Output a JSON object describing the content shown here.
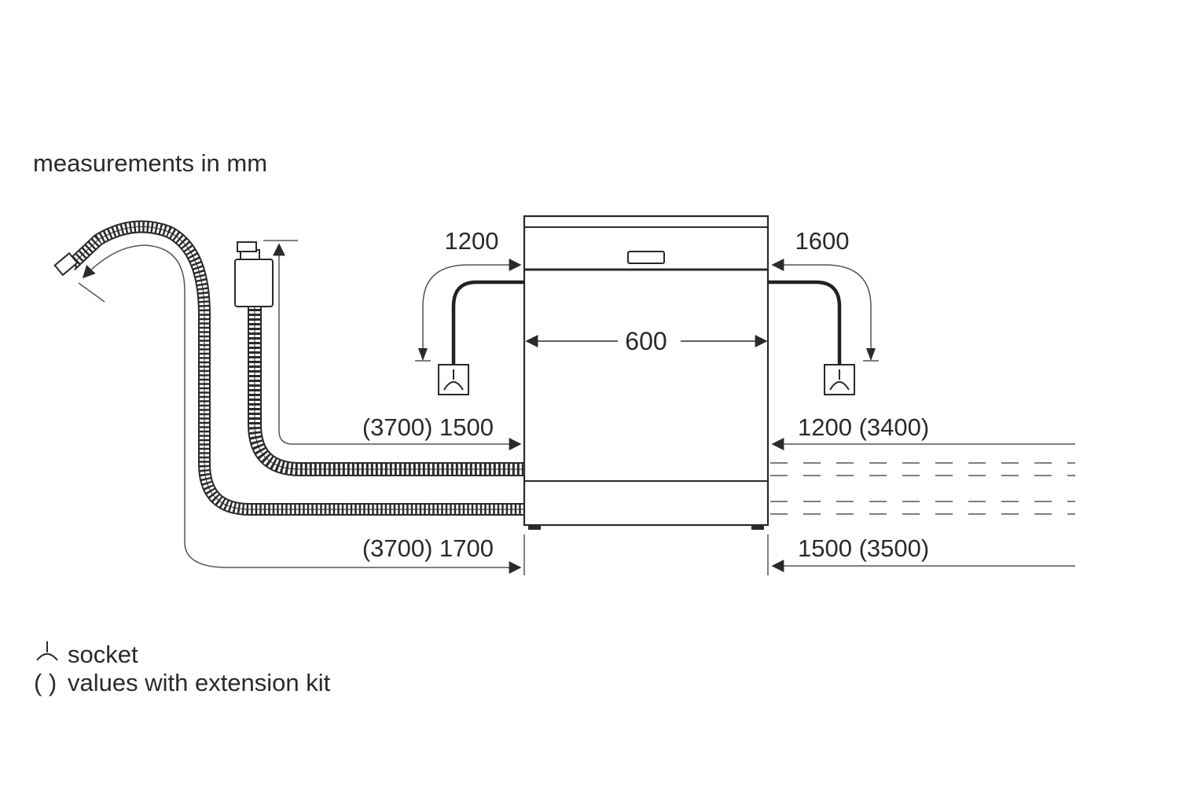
{
  "title": "measurements in mm",
  "dimensions": {
    "socket_left": "1200",
    "socket_right": "1600",
    "width": "600",
    "inlet_left": "(3700) 1500",
    "inlet_right": "1200 (3400)",
    "drain_left": "(3700) 1700",
    "drain_right": "1500 (3500)"
  },
  "legend": {
    "socket_label": "socket",
    "extension_symbol": "( )",
    "extension_label": "values with extension kit"
  },
  "icons": {
    "socket": "socket-icon",
    "drain_hose": "drain-hose-icon",
    "aquastop_valve": "aquastop-valve-icon"
  },
  "colors": {
    "line": "#2a2a2a",
    "thin_line": "#555555",
    "background": "#ffffff"
  }
}
